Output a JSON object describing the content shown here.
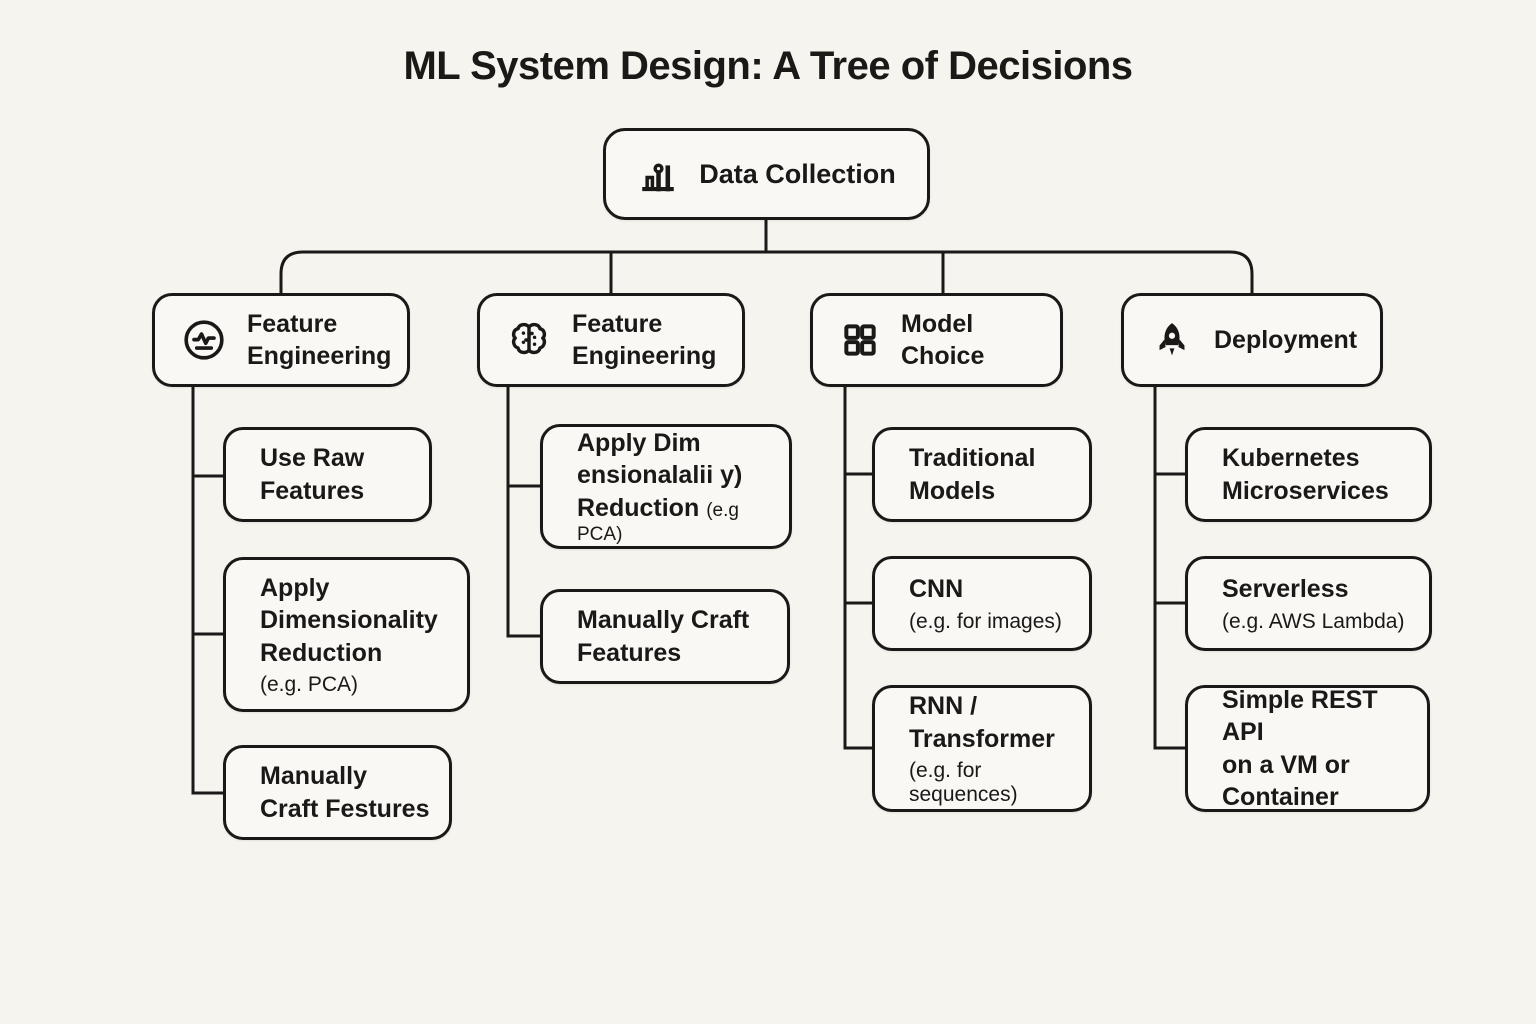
{
  "title": "ML System Design: A Tree of Decisions",
  "colors": {
    "background": "#f6f4ef",
    "node_background": "#faf8f4",
    "line": "#1a1918",
    "text": "#1a1918"
  },
  "root": {
    "label": "Data Collection",
    "icon": "bar-chart-icon"
  },
  "branches": [
    {
      "label": "Feature\nEngineering",
      "icon": "gauge-icon",
      "children": [
        {
          "title": "Use Raw\nFeatures"
        },
        {
          "title": "Apply\nDimensionality\nReduction",
          "sub": "(e.g. PCA)"
        },
        {
          "title": "Manually\nCraft Festures"
        }
      ]
    },
    {
      "label": "Feature\nEngineering",
      "icon": "brain-icon",
      "children": [
        {
          "title": "Apply Dim\nensionalalii y)\nReduction",
          "sub": "(e.g PCA)"
        },
        {
          "title": "Manually Craft\nFeatures"
        }
      ]
    },
    {
      "label": "Model Choice",
      "icon": "grid-squares-icon",
      "children": [
        {
          "title": "Traditional\nModels"
        },
        {
          "title": "CNN",
          "sub": "(e.g. for images)"
        },
        {
          "title": "RNN /\nTransformer",
          "sub": "(e.g. for sequences)"
        }
      ]
    },
    {
      "label": "Deployment",
      "icon": "rocket-icon",
      "children": [
        {
          "title": "Kubernetes\nMicroservices"
        },
        {
          "title": "Serverless",
          "sub": "(e.g. AWS Lambda)"
        },
        {
          "title": "Simple REST API\non a VM or\nContainer"
        }
      ]
    }
  ]
}
